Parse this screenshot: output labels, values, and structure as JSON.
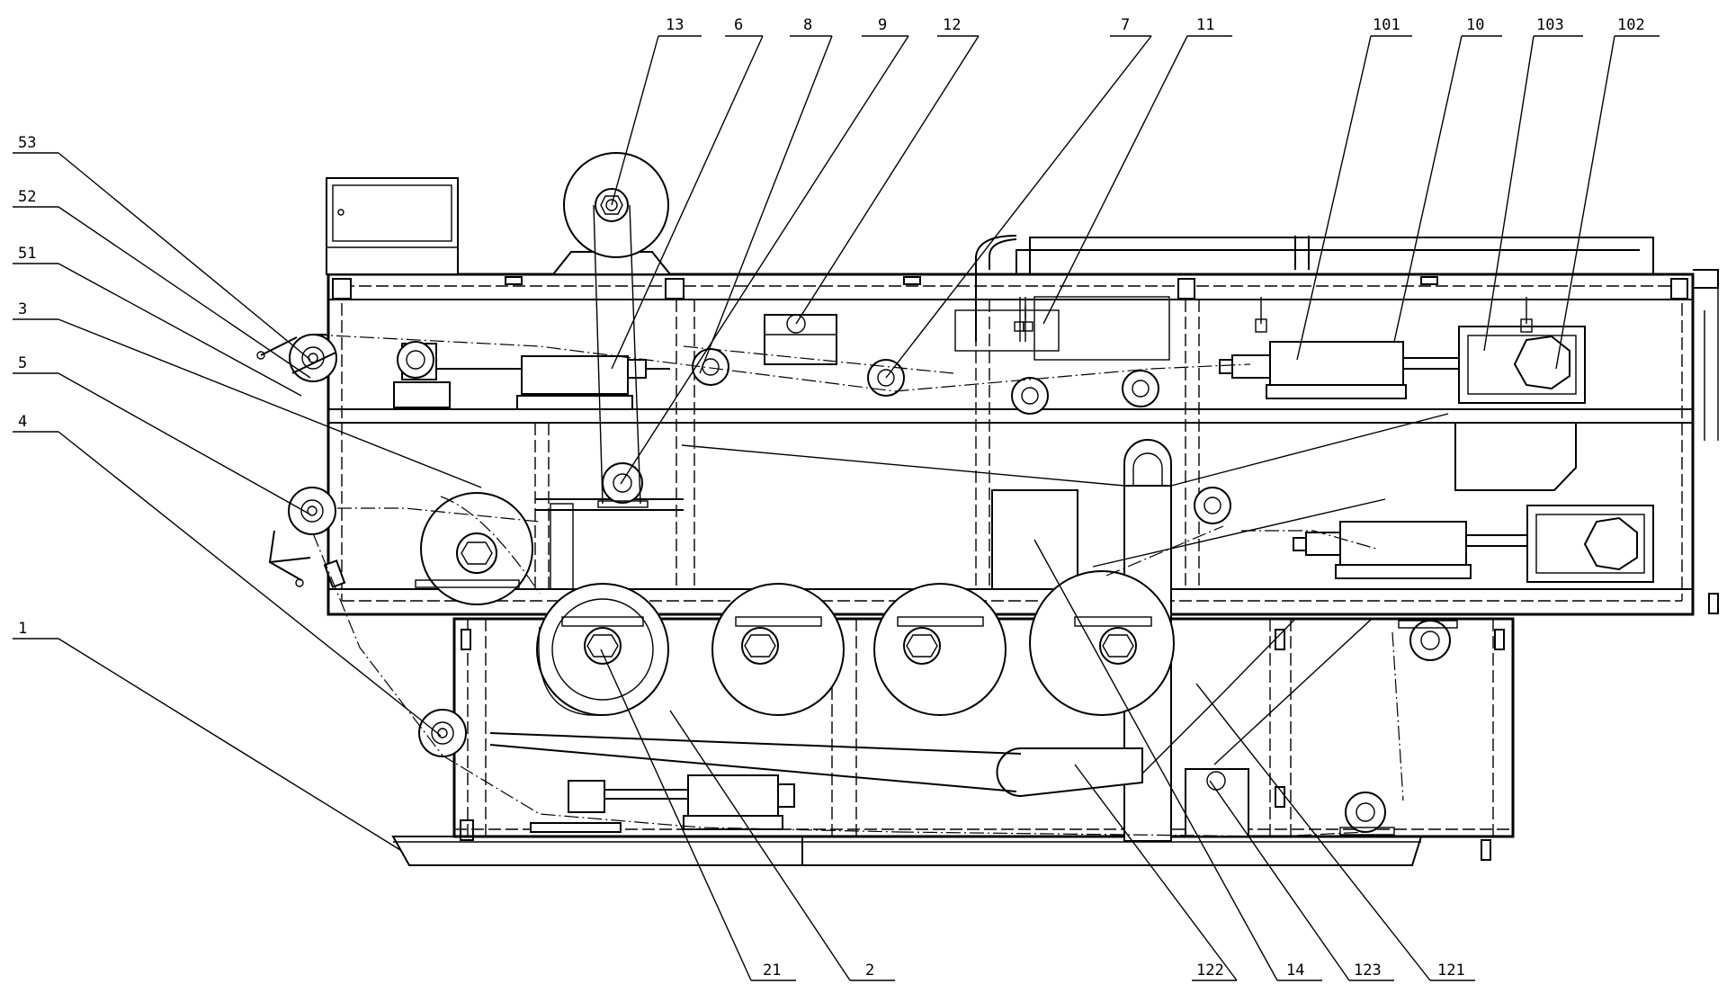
{
  "labels_top": [
    "13",
    "6",
    "8",
    "9",
    "12",
    "7",
    "11",
    "101",
    "10",
    "103",
    "102"
  ],
  "labels_left": [
    "53",
    "52",
    "51",
    "3",
    "5",
    "4",
    "1"
  ],
  "labels_bottom": [
    "21",
    "2",
    "122",
    "14",
    "123",
    "121"
  ],
  "colors": {
    "line": "#000000",
    "background": "#ffffff"
  }
}
